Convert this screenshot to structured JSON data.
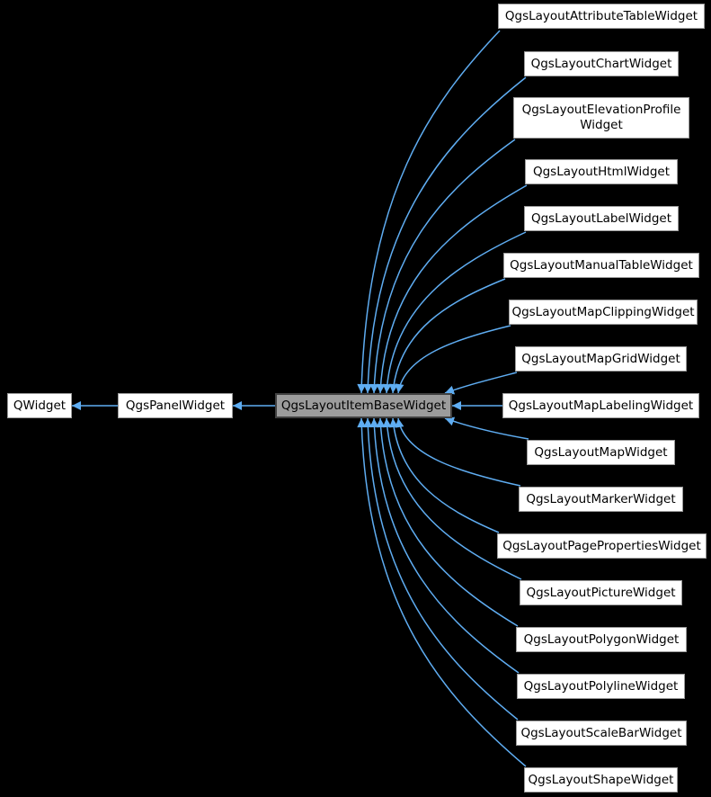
{
  "colors": {
    "background": "#000000",
    "edge": "#5fadf2",
    "node_bg": "#ffffff",
    "node_border": "#9b9b9b",
    "highlight_bg": "#9c9c9c",
    "highlight_border": "#404040",
    "text": "#000000"
  },
  "graph": {
    "base_chain": [
      {
        "label": "QWidget"
      },
      {
        "label": "QgsPanelWidget"
      },
      {
        "label": "QgsLayoutItemBaseWidget",
        "highlighted": true
      }
    ],
    "derived_classes": [
      {
        "label": "QgsLayoutAttributeTableWidget"
      },
      {
        "label": "QgsLayoutChartWidget"
      },
      {
        "label_line1": "QgsLayoutElevationProfile",
        "label_line2": "Widget"
      },
      {
        "label": "QgsLayoutHtmlWidget"
      },
      {
        "label": "QgsLayoutLabelWidget"
      },
      {
        "label": "QgsLayoutManualTableWidget"
      },
      {
        "label": "QgsLayoutMapClippingWidget"
      },
      {
        "label": "QgsLayoutMapGridWidget"
      },
      {
        "label": "QgsLayoutMapLabelingWidget"
      },
      {
        "label": "QgsLayoutMapWidget"
      },
      {
        "label": "QgsLayoutMarkerWidget"
      },
      {
        "label": "QgsLayoutPagePropertiesWidget"
      },
      {
        "label": "QgsLayoutPictureWidget"
      },
      {
        "label": "QgsLayoutPolygonWidget"
      },
      {
        "label": "QgsLayoutPolylineWidget"
      },
      {
        "label": "QgsLayoutScaleBarWidget"
      },
      {
        "label": "QgsLayoutShapeWidget"
      }
    ]
  }
}
